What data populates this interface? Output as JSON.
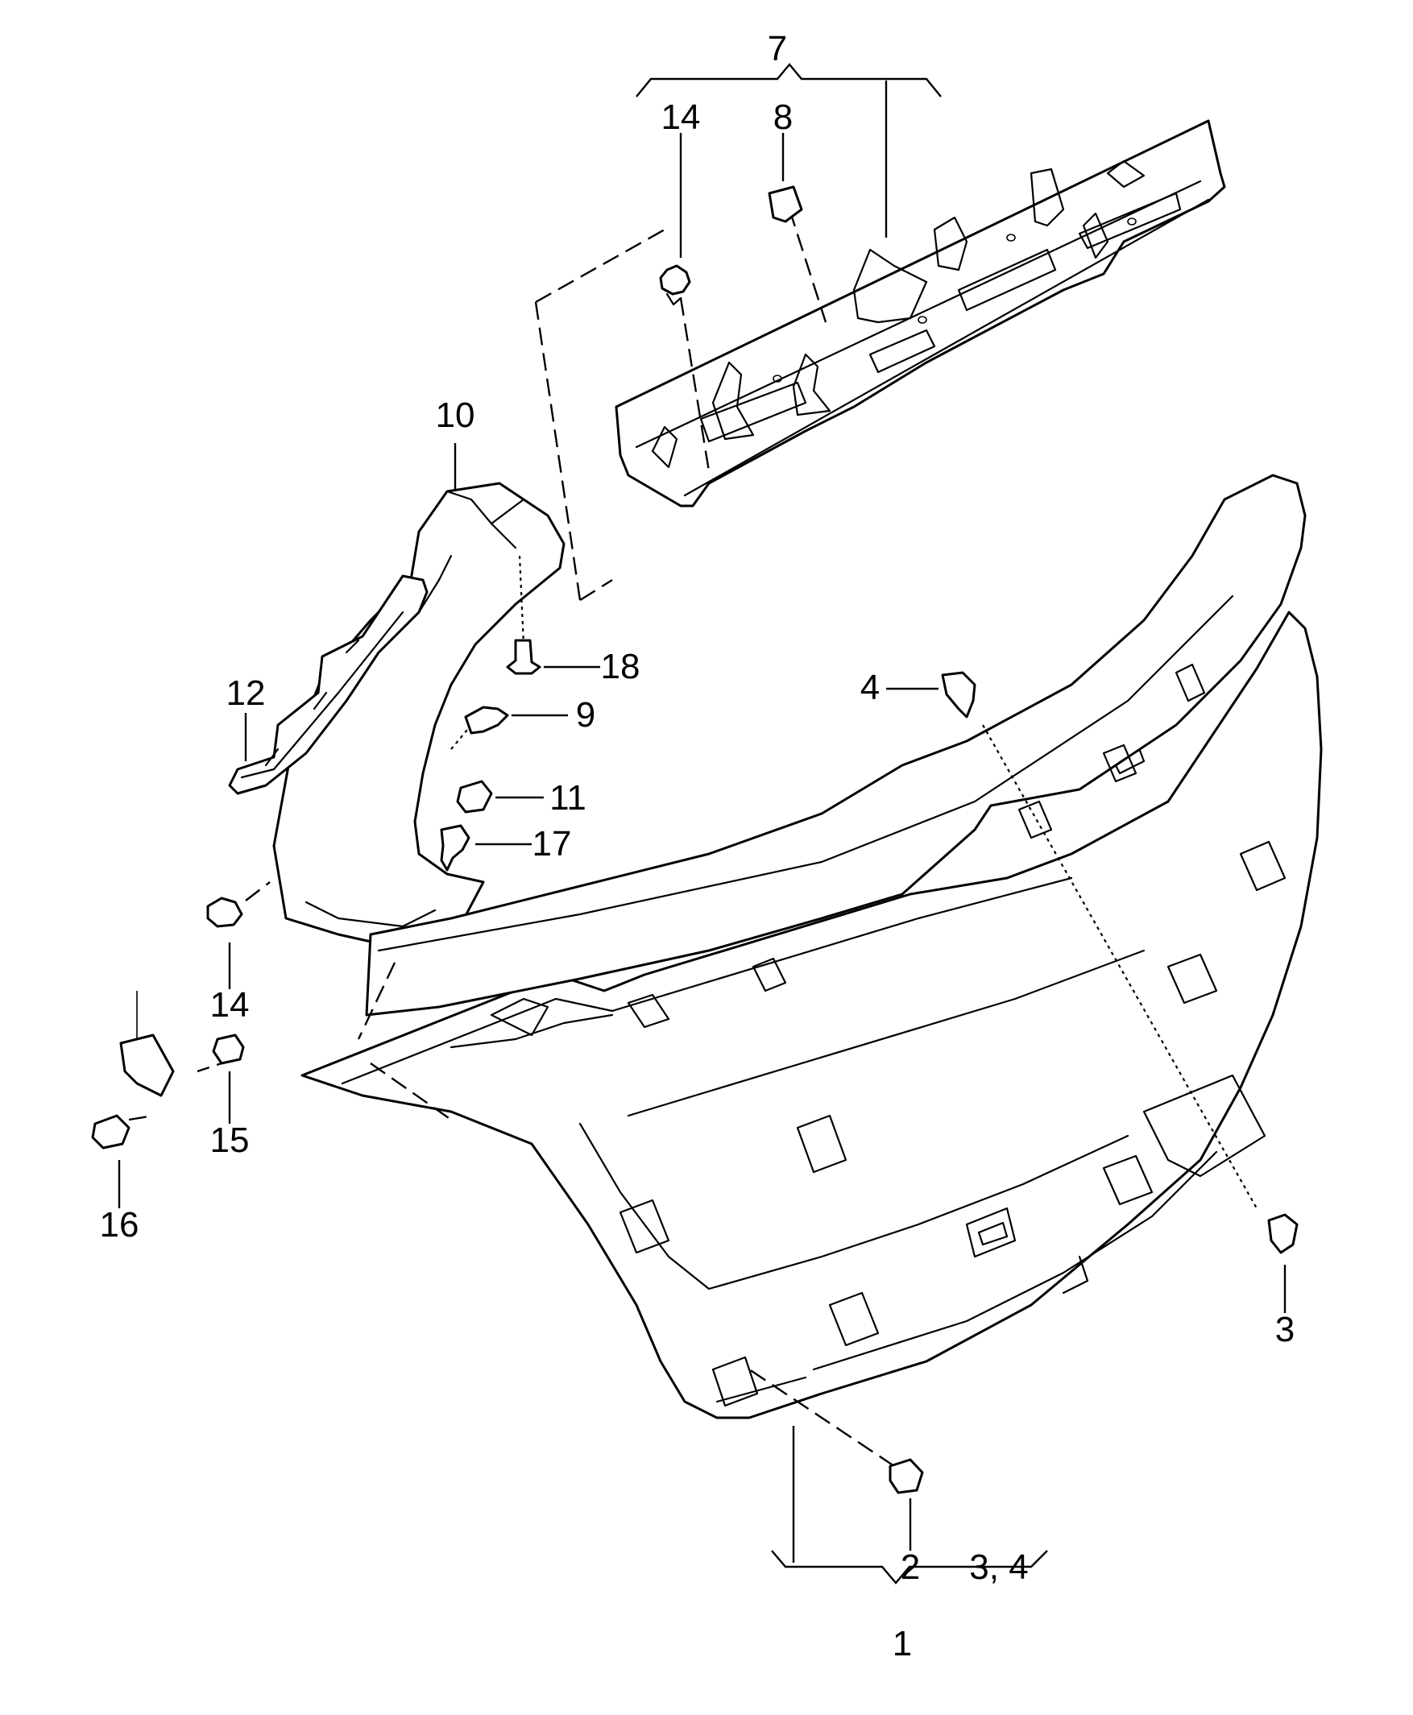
{
  "diagram": {
    "callouts": {
      "p1": "1",
      "p2": "2",
      "p3": "3",
      "p3_4": "3, 4",
      "p4": "4",
      "p7": "7",
      "p8": "8",
      "p9": "9",
      "p10": "10",
      "p11": "11",
      "p12": "12",
      "p14_top": "14",
      "p14_left": "14",
      "p15": "15",
      "p16": "16",
      "p17": "17",
      "p18": "18"
    }
  }
}
